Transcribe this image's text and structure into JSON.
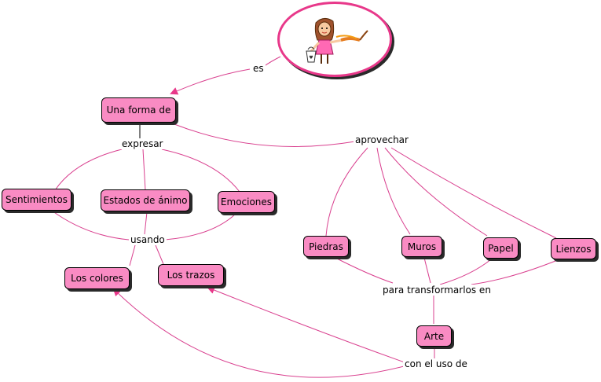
{
  "colors": {
    "node_fill": "#f98bc3",
    "line": "#d9408f",
    "oval_border": "#e8388a"
  },
  "root": {
    "image": "girl-with-paintbrush-icon"
  },
  "nodes": {
    "forma": "Una forma de",
    "sentimientos": "Sentimientos",
    "estados": "Estados de ánimo",
    "emociones": "Emociones",
    "colores": "Los colores",
    "trazos": "Los trazos",
    "piedras": "Piedras",
    "muros": "Muros",
    "papel": "Papel",
    "lienzos": "Lienzos",
    "arte": "Arte"
  },
  "links": {
    "es": "es",
    "expresar": "expresar",
    "aprovechar": "aprovechar",
    "usando": "usando",
    "para": "para transformarlos en",
    "con": "con el uso de"
  }
}
